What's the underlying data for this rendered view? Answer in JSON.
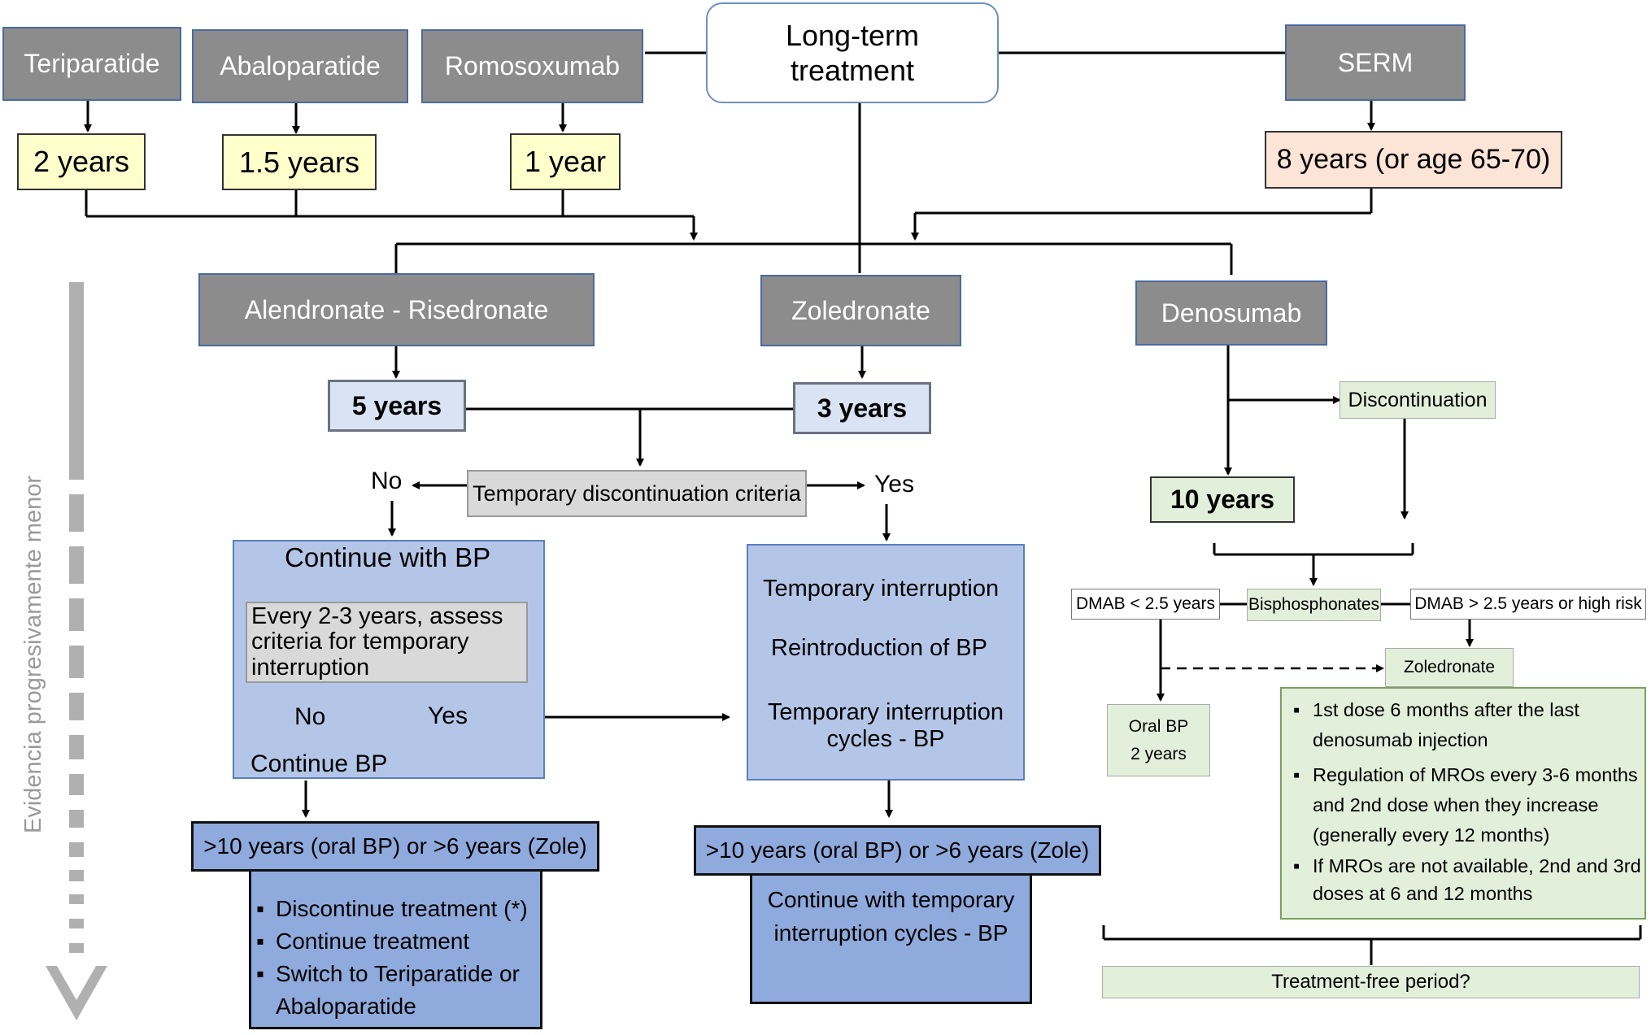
{
  "top": {
    "long_term": "Long-term treatment",
    "teriparatide": "Teriparatide",
    "abaloparatide": "Abaloparatide",
    "romosozumab": "Romosoxumab",
    "serm": "SERM"
  },
  "durations": {
    "teriparatide": "2 years",
    "abaloparatide": "1.5 years",
    "romosozumab": "1 year",
    "serm": "8 years (or age 65-70)"
  },
  "mid": {
    "alendronate": "Alendronate - Risedronate",
    "zoledronate": "Zoledronate",
    "denosumab": "Denosumab",
    "alendronate_years": "5 years",
    "zoledronate_years": "3 years"
  },
  "criteria": {
    "label": "Temporary discontinuation criteria",
    "no": "No",
    "yes": "Yes"
  },
  "left_panel": {
    "title": "Continue with BP",
    "assess": "Every 2-3 years, assess criteria for temporary interruption",
    "no": "No",
    "yes": "Yes",
    "continue": "Continue BP"
  },
  "center_panel": {
    "step1": "Temporary interruption",
    "step2": "Reintroduction of BP",
    "step3": "Temporary interruption cycles - BP"
  },
  "long_term_result": {
    "left": ">10 years (oral BP) or >6 years (Zole)",
    "center": ">10 years (oral BP) or >6 years (Zole)"
  },
  "left_options": [
    "Discontinue treatment (*)",
    "Continue treatment",
    "Switch to Teriparatide or Abaloparatide"
  ],
  "center_result": "Continue with temporary interruption cycles - BP",
  "denosumab": {
    "discontinuation": "Discontinuation",
    "ten_years": "10 years",
    "bisphosphonates": "Bisphosphonates",
    "dmab_low": "DMAB < 2.5 years",
    "dmab_high": "DMAB > 2.5 years or high risk",
    "zoledronate": "Zoledronate",
    "oral_bp": "Oral BP 2 years",
    "notes": [
      "1st dose 6 months after the last denosumab injection",
      "Regulation of MROs every 3-6 months and 2nd dose when they increase (generally every 12 months)",
      "If MROs are not available, 2nd and 3rd doses at 6 and 12 months"
    ],
    "treatment_free": "Treatment-free period?"
  },
  "side_label": "Evidencia progresivamente menor",
  "colors": {
    "gray_box": "#8c8c8c",
    "yellow_box": "#ffffcc",
    "peach_box": "#fce4d6",
    "light_blue": "#dae3f3",
    "panel_blue": "#b4c6e7",
    "dark_blue": "#8faadc",
    "green": "#e2efda"
  }
}
